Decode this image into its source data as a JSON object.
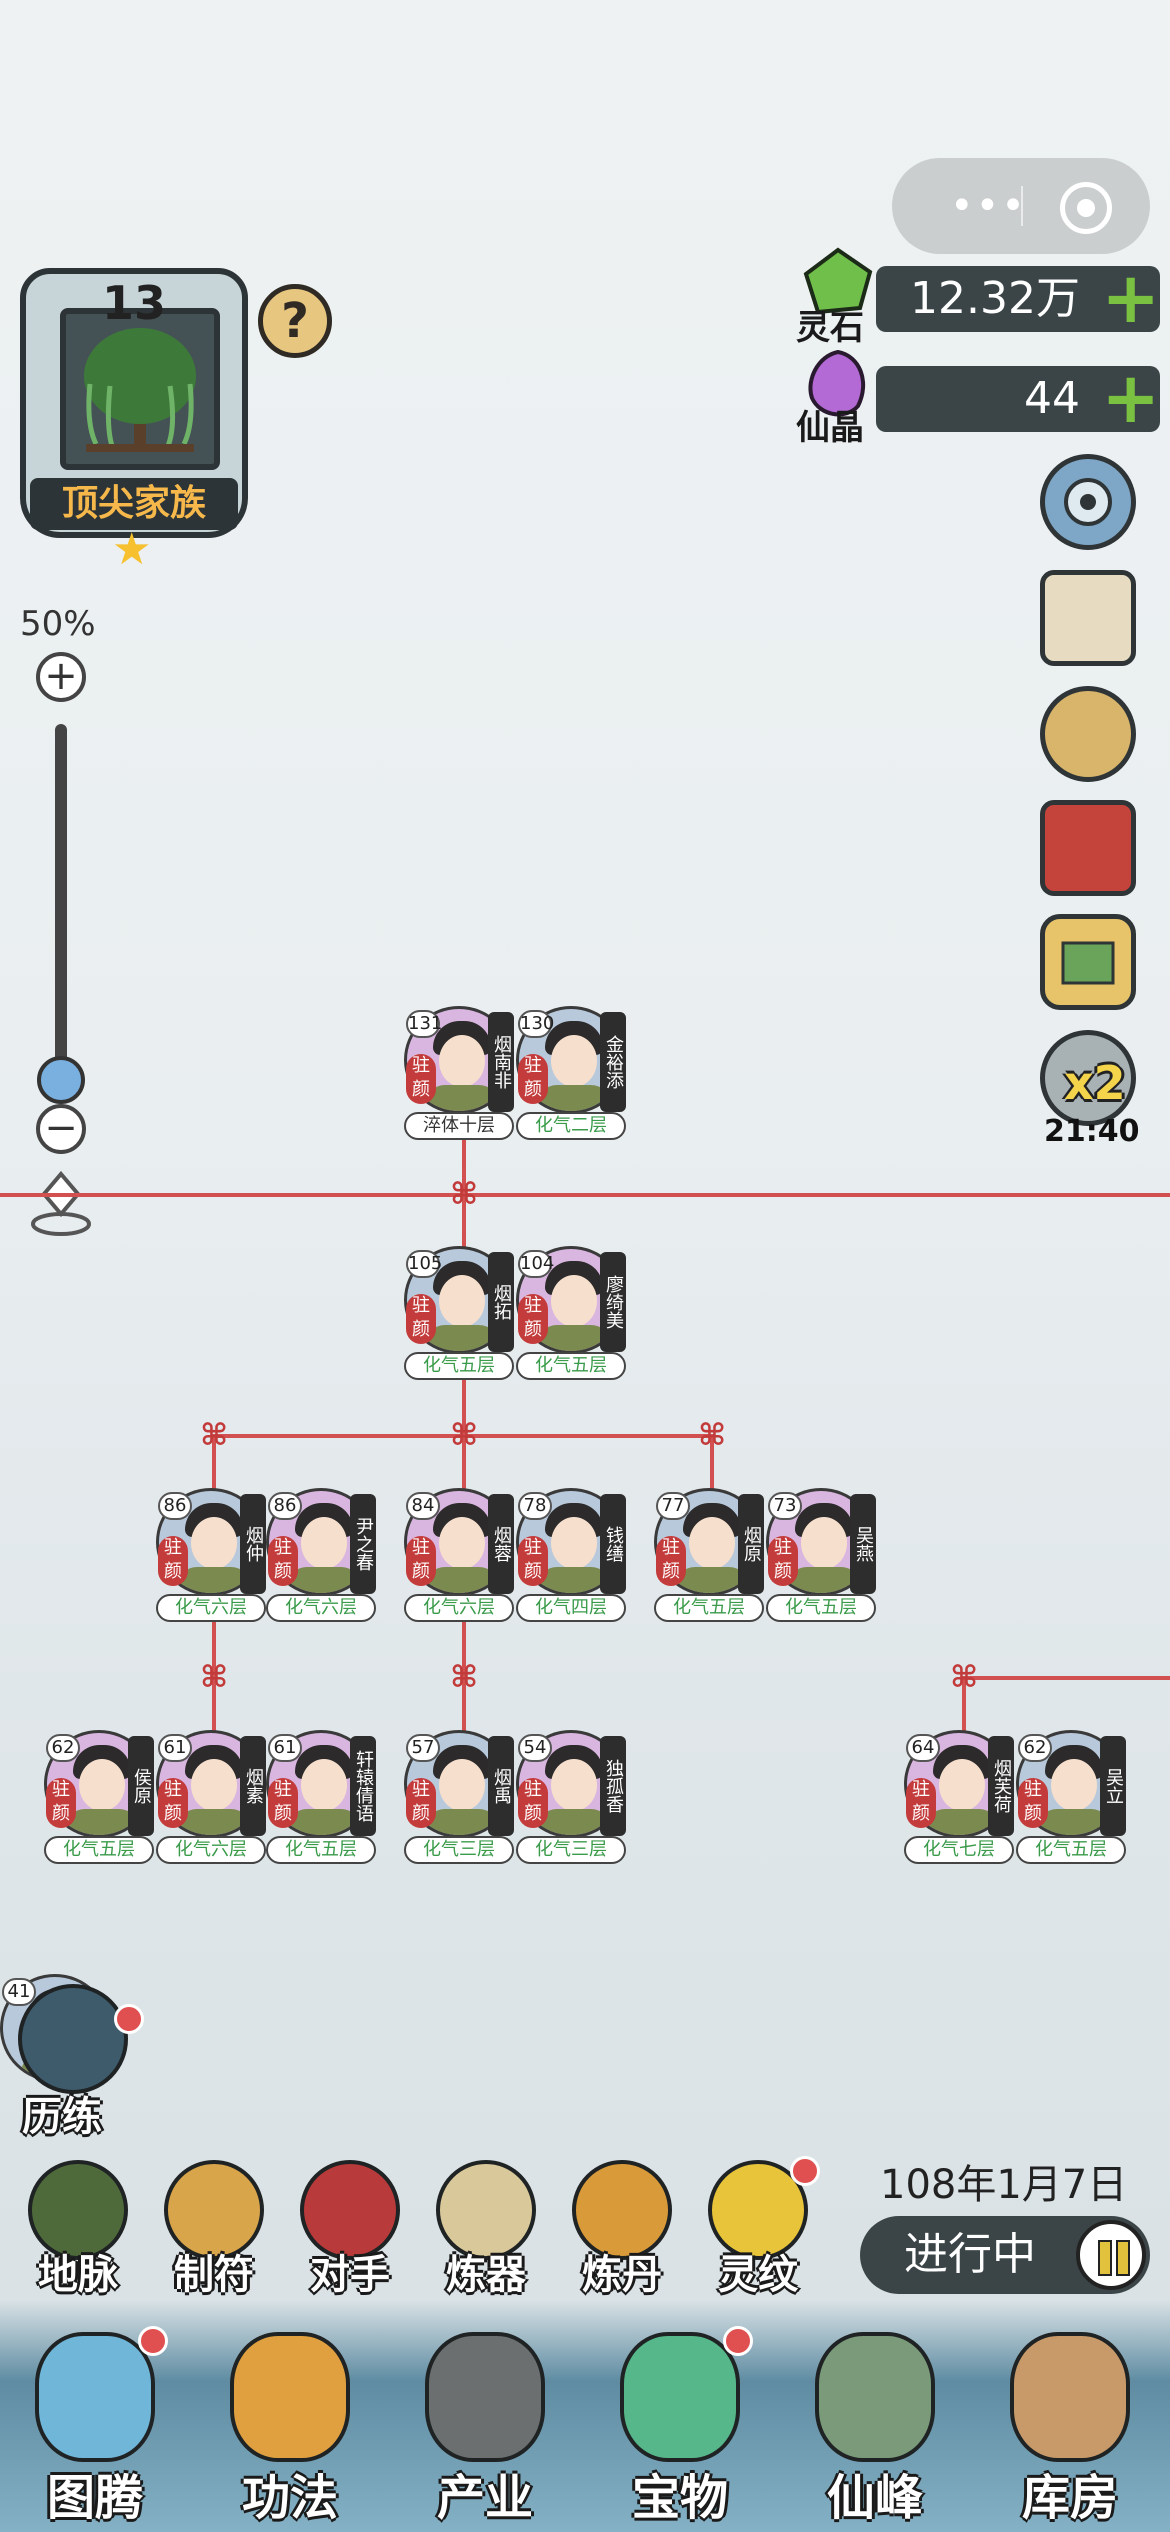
{
  "family": {
    "level": "13",
    "title": "顶尖家族"
  },
  "currency": {
    "lingshi_label": "灵石",
    "lingshi_value": "12.32万",
    "xianjing_label": "仙晶",
    "xianjing_value": "44"
  },
  "speed": {
    "multiplier": "x2",
    "timer": "21:40"
  },
  "zoom": {
    "level": "50%"
  },
  "members": [
    {
      "age": "131",
      "name": "烟南非",
      "realm": "淬体十层",
      "gender": "f"
    },
    {
      "age": "130",
      "name": "金裕添",
      "realm": "化气二层",
      "gender": "m"
    },
    {
      "age": "105",
      "name": "烟拓",
      "realm": "化气五层",
      "gender": "m"
    },
    {
      "age": "104",
      "name": "廖绮美",
      "realm": "化气五层",
      "gender": "f"
    },
    {
      "age": "86",
      "name": "烟仲",
      "realm": "化气六层",
      "gender": "m"
    },
    {
      "age": "86",
      "name": "尹之春",
      "realm": "化气六层",
      "gender": "f"
    },
    {
      "age": "84",
      "name": "烟蓉",
      "realm": "化气六层",
      "gender": "f"
    },
    {
      "age": "78",
      "name": "钱缮",
      "realm": "化气四层",
      "gender": "m"
    },
    {
      "age": "77",
      "name": "烟原",
      "realm": "化气五层",
      "gender": "m"
    },
    {
      "age": "73",
      "name": "吴燕",
      "realm": "化气五层",
      "gender": "f"
    },
    {
      "age": "62",
      "name": "侯原",
      "realm": "化气五层",
      "gender": "f"
    },
    {
      "age": "61",
      "name": "烟素",
      "realm": "化气六层",
      "gender": "f"
    },
    {
      "age": "61",
      "name": "轩辕倩语",
      "realm": "化气五层",
      "gender": "f"
    },
    {
      "age": "57",
      "name": "烟禹",
      "realm": "化气三层",
      "gender": "m"
    },
    {
      "age": "54",
      "name": "独孤香",
      "realm": "化气三层",
      "gender": "f"
    },
    {
      "age": "64",
      "name": "烟芙荷",
      "realm": "化气七层",
      "gender": "f"
    },
    {
      "age": "62",
      "name": "吴立",
      "realm": "化气五层",
      "gender": "m"
    },
    {
      "age": "41",
      "name": "",
      "realm": "",
      "gender": "m"
    }
  ],
  "status_marker": "驻颜",
  "training": {
    "label": "历练"
  },
  "skills": [
    {
      "label": "地脉",
      "icon": "dragon-vein-icon",
      "badge": false
    },
    {
      "label": "制符",
      "icon": "talisman-icon",
      "badge": false
    },
    {
      "label": "对手",
      "icon": "rival-gate-icon",
      "badge": false
    },
    {
      "label": "炼器",
      "icon": "forge-scroll-icon",
      "badge": false
    },
    {
      "label": "炼丹",
      "icon": "alchemy-cauldron-icon",
      "badge": false
    },
    {
      "label": "灵纹",
      "icon": "spirit-pattern-icon",
      "badge": true
    }
  ],
  "date": "108年1月7日",
  "game_status": "进行中",
  "tabs": [
    {
      "label": "图腾",
      "badge": true
    },
    {
      "label": "功法",
      "badge": false
    },
    {
      "label": "产业",
      "badge": false
    },
    {
      "label": "宝物",
      "badge": true
    },
    {
      "label": "仙峰",
      "badge": false
    },
    {
      "label": "库房",
      "badge": false
    }
  ],
  "colors": {
    "tree_line": "#d25050",
    "gold": "#f6b84b",
    "plus": "#7ac142",
    "status_badge": "#c43b3b"
  }
}
